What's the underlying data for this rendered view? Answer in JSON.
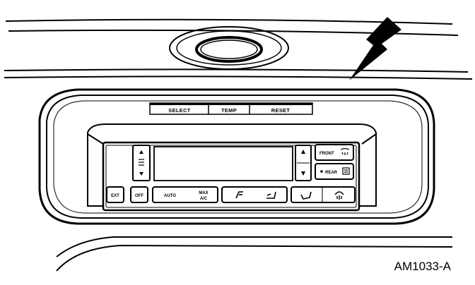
{
  "tabs": {
    "select": "SELECT",
    "temp": "TEMP",
    "reset": "RESET"
  },
  "controls": {
    "off": "OFF",
    "ext": "EXT",
    "auto": "AUTO",
    "max_ac_top": "MAX",
    "max_ac_bottom": "A/C",
    "front": "FRONT",
    "rear": "REAR"
  },
  "figure_id": "AM1033-A",
  "icons": {
    "arrow_up": "up-arrow-icon",
    "arrow_down": "down-arrow-icon",
    "fan": "fan-icon",
    "defrost_front": "front-defrost-icon",
    "defrost_rear": "rear-defrost-icon",
    "pointer": "pointer-arrow-icon"
  }
}
